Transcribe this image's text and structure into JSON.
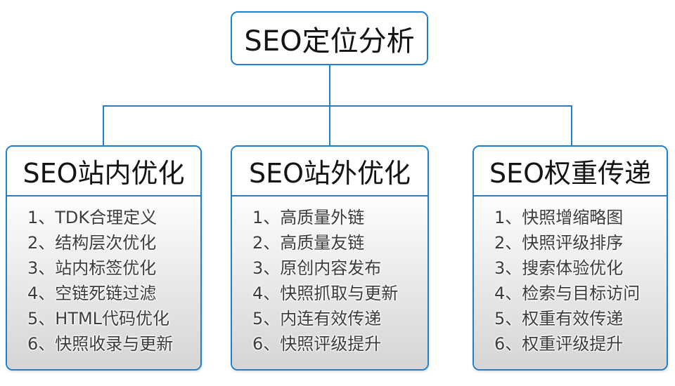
{
  "root": {
    "label": "SEO定位分析"
  },
  "columns": [
    {
      "header": "SEO站内优化",
      "items": [
        "1、TDK合理定义",
        "2、结构层次优化",
        "3、站内标签优化",
        "4、空链死链过滤",
        "5、HTML代码优化",
        "6、快照收录与更新"
      ]
    },
    {
      "header": "SEO站外优化",
      "items": [
        "1、高质量外链",
        "2、高质量友链",
        "3、原创内容发布",
        "4、快照抓取与更新",
        "5、内连有效传递",
        "6、快照评级提升"
      ]
    },
    {
      "header": "SEO权重传递",
      "items": [
        "1、快照增缩略图",
        "2、快照评级排序",
        "3、搜索体验优化",
        "4、检索与目标访问",
        "5、权重有效传递",
        "6、权重评级提升"
      ]
    }
  ],
  "colors": {
    "accent_blue": "#2080cf",
    "header_text": "#141414",
    "item_text": "#3c3c3c",
    "body_gradient_top": "#fdfdfd",
    "body_gradient_bottom": "#d5d5d5",
    "background": "#ffffff"
  }
}
